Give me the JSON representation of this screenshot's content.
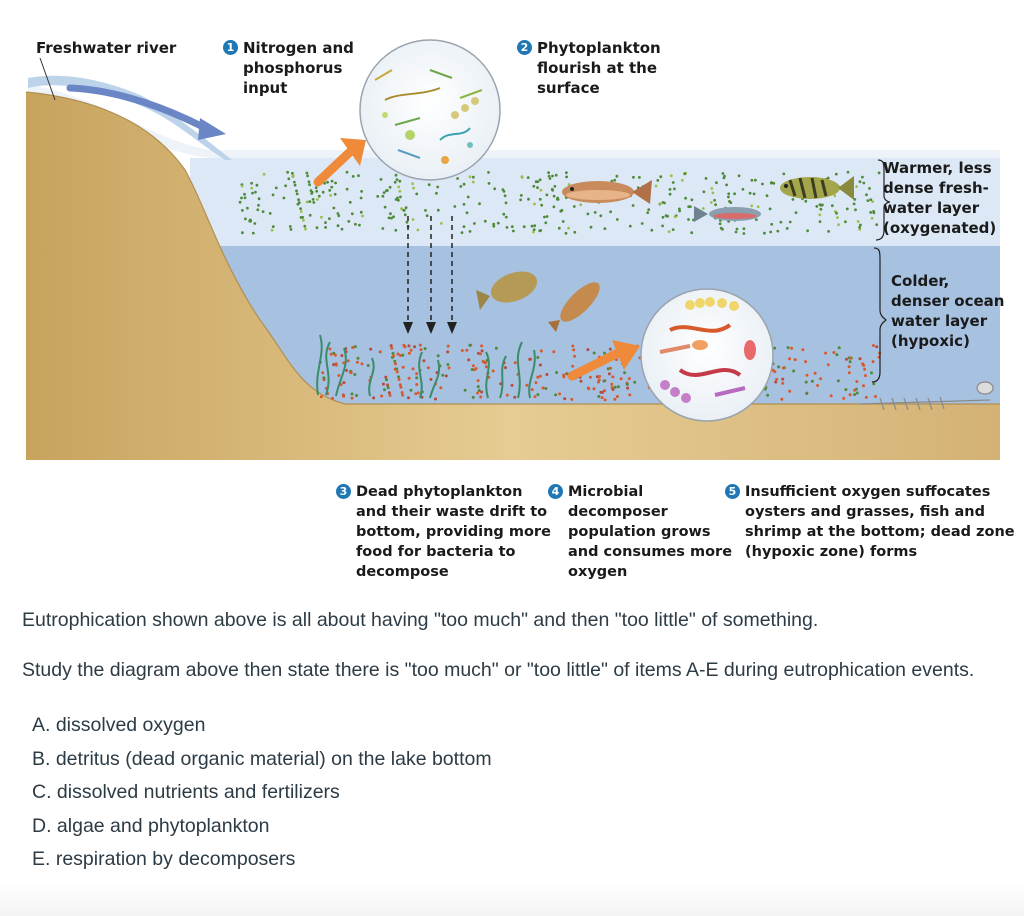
{
  "diagram": {
    "labels": {
      "freshwater_river": "Freshwater river",
      "step1": "Nitrogen and phosphorus input",
      "step2": "Phytoplankton flourish at the surface",
      "step3": "Dead phytoplankton and their waste drift to bottom, providing more food for bacteria to decompose",
      "step4": "Microbial decomposer population grows and consumes more oxygen",
      "step5": "Insufficient oxygen suffocates oysters and grasses, fish and shrimp at the bottom; dead zone (hypoxic zone) forms",
      "warm_layer": "Warmer, less dense fresh-water layer (oxygenated)",
      "cold_layer": "Colder, denser ocean water layer (hypoxic)"
    },
    "step_numbers": [
      "1",
      "2",
      "3",
      "4",
      "5"
    ],
    "colors": {
      "sediment": "#d9b877",
      "surface_water": "#dde9f6",
      "deep_water": "#a9c3e2",
      "arrow": "#ee8a3a",
      "bacteria": "#d85a2c"
    }
  },
  "question": {
    "intro": "Eutrophication shown above is all about having \"too much\" and then \"too little\" of something.",
    "instruction": "Study the diagram above then state there is \"too much\" or \"too little\" of items A-E during eutrophication events.",
    "items": [
      "A. dissolved oxygen",
      "B. detritus (dead organic material) on the lake bottom",
      "C. dissolved nutrients and fertilizers",
      "D. algae and phytoplankton",
      "E. respiration by decomposers"
    ]
  }
}
